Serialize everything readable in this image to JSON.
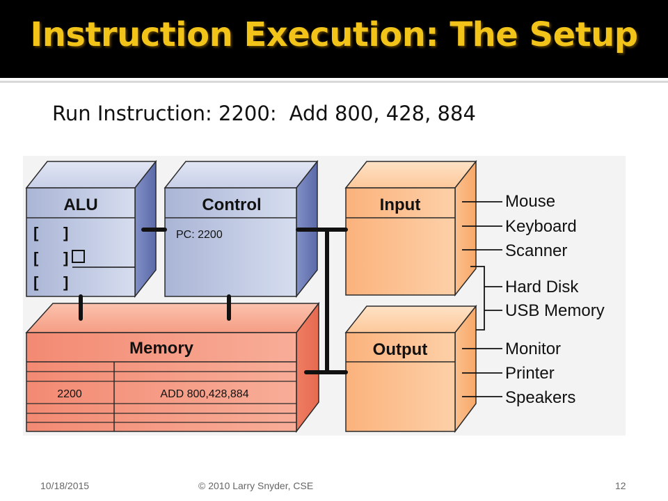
{
  "slide": {
    "title": "Instruction Execution: The Setup",
    "instruction_label": "Run Instruction: 2200:",
    "instruction_body": "Add 800, 428, 884",
    "footer": {
      "date": "10/18/2015",
      "copyright": "© 2010 Larry Snyder, CSE",
      "page_number": "12"
    }
  },
  "diagram": {
    "alu": {
      "title": "ALU",
      "registers": [
        "[",
        "]",
        "[",
        "]",
        "[",
        "]"
      ]
    },
    "control": {
      "title": "Control",
      "pc": "PC: 2200"
    },
    "memory": {
      "title": "Memory",
      "address": "2200",
      "contents": "ADD 800,428,884"
    },
    "input": {
      "title": "Input",
      "devices": [
        "Mouse",
        "Keyboard",
        "Scanner"
      ]
    },
    "output": {
      "title": "Output",
      "devices": [
        "Monitor",
        "Printer",
        "Speakers"
      ]
    },
    "storage": {
      "devices": [
        "Hard Disk",
        "USB Memory"
      ]
    },
    "colors": {
      "blue_front": "#b5c0dc",
      "blue_side": "#6f7fba",
      "red_front": "#f5907a",
      "red_top": "#f4a98e",
      "orange_front": "#fcc08d",
      "orange_top": "#fdd3ad",
      "bus": "#111111",
      "title_gold": "#f2c318"
    }
  }
}
